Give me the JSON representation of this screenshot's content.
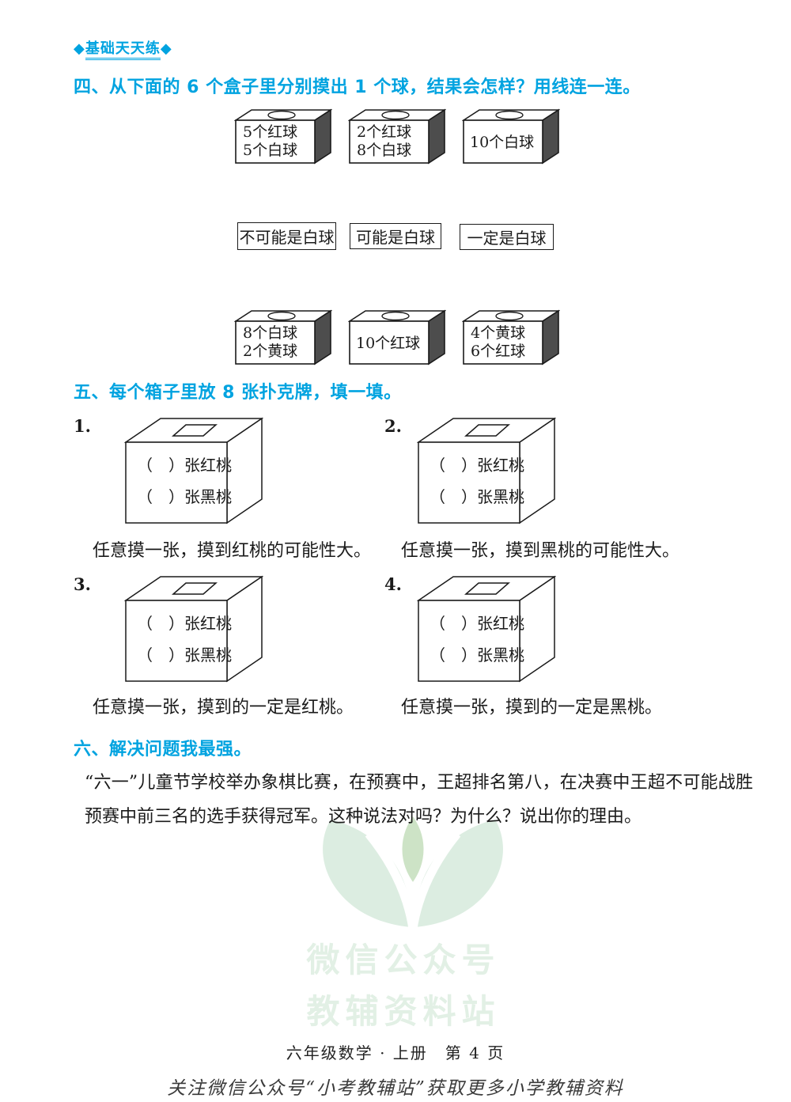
{
  "badge": {
    "left_diamond": "◆",
    "text": "基础天天练",
    "right_diamond": "◆"
  },
  "colors": {
    "accent_cyan": "#00a3e0",
    "text_black": "#1a1a1a",
    "box_side_gray": "#4d4d4d",
    "watermark_leaf_green": "#dcede1",
    "watermark_sprout_green": "#cde3c6",
    "watermark_text_green": "#e2f0e5"
  },
  "section4": {
    "heading": "四、从下面的 6 个盒子里分别摸出 1 个球，结果会怎样？用线连一连。",
    "boxes_top": [
      {
        "lines": [
          "5个红球",
          "5个白球"
        ]
      },
      {
        "lines": [
          "2个红球",
          "8个白球"
        ]
      },
      {
        "lines": [
          "10个白球"
        ]
      }
    ],
    "answers": [
      "不可能是白球",
      "可能是白球",
      "一定是白球"
    ],
    "boxes_bottom": [
      {
        "lines": [
          "8个白球",
          "2个黄球"
        ]
      },
      {
        "lines": [
          "10个红球"
        ]
      },
      {
        "lines": [
          "4个黄球",
          "6个红球"
        ]
      }
    ]
  },
  "section5": {
    "heading": "五、每个箱子里放 8 张扑克牌，填一填。",
    "items": [
      {
        "num": "1.",
        "line1": "（　）张红桃",
        "line2": "（　）张黑桃",
        "caption": "任意摸一张，摸到红桃的可能性大。"
      },
      {
        "num": "2.",
        "line1": "（　）张红桃",
        "line2": "（　）张黑桃",
        "caption": "任意摸一张，摸到黑桃的可能性大。"
      },
      {
        "num": "3.",
        "line1": "（　）张红桃",
        "line2": "（　）张黑桃",
        "caption": "任意摸一张，摸到的一定是红桃。"
      },
      {
        "num": "4.",
        "line1": "（　）张红桃",
        "line2": "（　）张黑桃",
        "caption": "任意摸一张，摸到的一定是黑桃。"
      }
    ]
  },
  "section6": {
    "heading": "六、解决问题我最强。",
    "body": "“六一”儿童节学校举办象棋比赛，在预赛中，王超排名第八，在决赛中王超不可能战胜预赛中前三名的选手获得冠军。这种说法对吗？为什么？说出你的理由。"
  },
  "watermark": {
    "line1": "微信公众号",
    "line2": "教辅资料站"
  },
  "footer": {
    "page_info": "六年级数学 · 上册　第 4 页",
    "promo": "关注微信公众号“小考教辅站”获取更多小学教辅资料"
  }
}
